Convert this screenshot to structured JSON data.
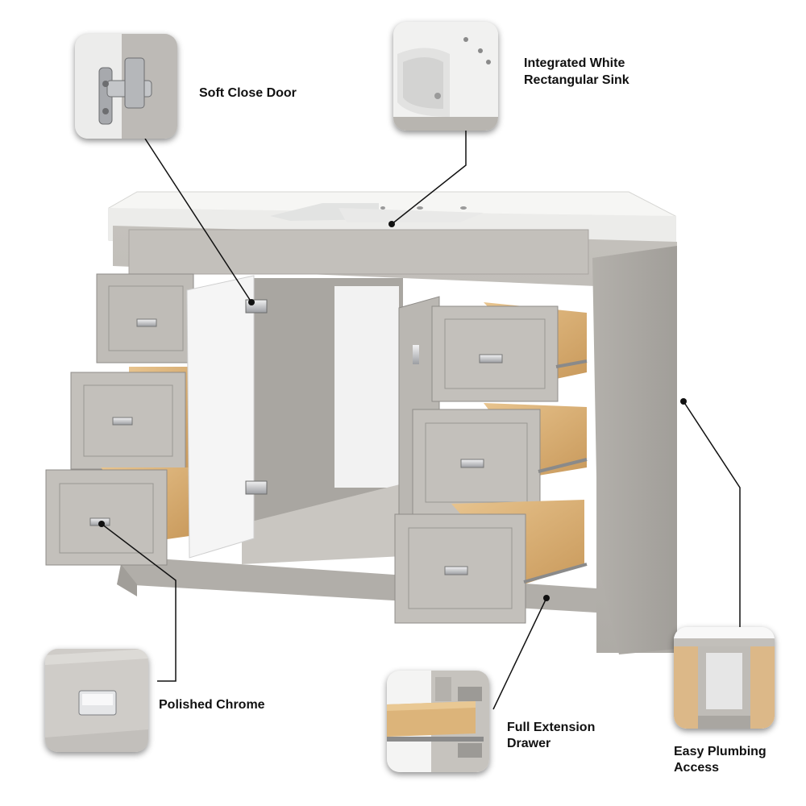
{
  "features": {
    "soft_close_door": {
      "label": "Soft Close Door",
      "icon": "hinge-icon"
    },
    "sink": {
      "line1": "Integrated White",
      "line2": "Rectangular Sink",
      "icon": "sink-icon"
    },
    "polished_chrome": {
      "label": "Polished Chrome",
      "icon": "drawer-pull-icon"
    },
    "full_extension": {
      "line1": "Full Extension",
      "line2": "Drawer",
      "icon": "drawer-slide-icon"
    },
    "plumbing": {
      "line1": "Easy Plumbing",
      "line2": "Access",
      "icon": "open-cabinet-icon"
    }
  },
  "colors": {
    "cabinet_gray": "#b8b5b0",
    "countertop_white": "#f4f4f2",
    "drawer_wood": "#d9b179",
    "chrome": "#c9cacc",
    "callout_line": "#111111"
  }
}
